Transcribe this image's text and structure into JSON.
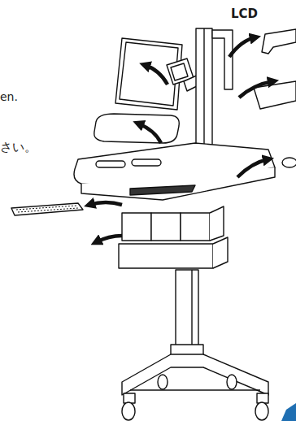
{
  "diagram": {
    "labels": [
      "LCD",
      "en.",
      "さい。"
    ]
  }
}
